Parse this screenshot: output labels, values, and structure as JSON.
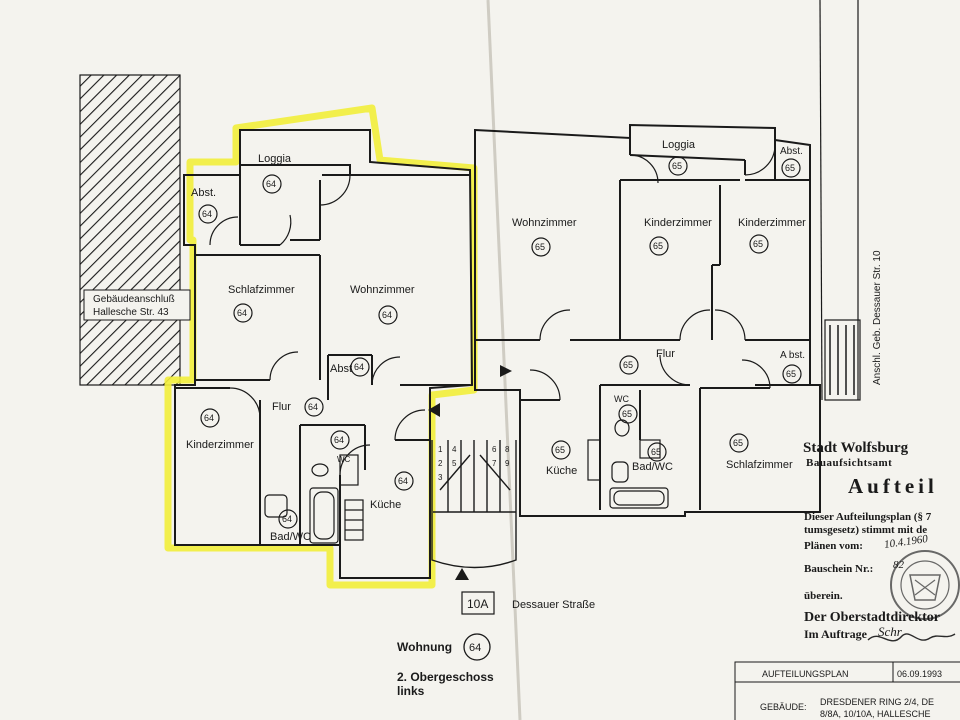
{
  "plan": {
    "left_unit": {
      "number": "64",
      "rooms": {
        "loggia": "Loggia",
        "abst_top": "Abst.",
        "schlafzimmer": "Schlafzimmer",
        "wohnzimmer": "Wohnzimmer",
        "abst_mid": "Abst",
        "flur": "Flur",
        "kinderzimmer": "Kinderzimmer",
        "wc": "WC",
        "bad_wc": "Bad/WC",
        "kueche": "Küche"
      }
    },
    "right_unit": {
      "number": "65",
      "rooms": {
        "loggia": "Loggia",
        "abst_top": "Abst.",
        "wohnzimmer": "Wohnzimmer",
        "kinderzimmer_1": "Kinderzimmer",
        "kinderzimmer_2": "Kinderzimmer",
        "flur": "Flur",
        "abst_mid": "A bst.",
        "wc": "WC",
        "kueche": "Küche",
        "bad_wc": "Bad/WC",
        "schlafzimmer": "Schlafzimmer"
      }
    },
    "gebaeudeanschluss_line1": "Gebäudeanschluß",
    "gebaeudeanschluss_line2": "Hallesche Str. 43",
    "anschl_right": "Anschl. Geb. Dessauer Str. 10",
    "house_number": "10A",
    "street": "Dessauer Straße",
    "wohnung_label": "Wohnung",
    "wohnung_number": "64",
    "floor_line1": "2. Obergeschoss",
    "floor_line2": "links",
    "stair_numbers": [
      "1",
      "2",
      "3",
      "4",
      "5",
      "6",
      "7",
      "8",
      "9"
    ]
  },
  "stamp": {
    "city": "Stadt Wolfsburg",
    "office": "Bauaufsichtsamt",
    "heading": "Aufteil",
    "line1": "Dieser Aufteilungsplan (§ 7",
    "line2": "tumsgesetz) stimmt mit de",
    "plaene_label": "Plänen vom:",
    "plaene_value": "10.4.1960",
    "bauschein_label": "Bauschein Nr.:",
    "bauschein_value": "82",
    "uebereinstimmung": "überein.",
    "oberstadt": "Der Oberstadtdirektor",
    "auftrag": "Im Auftrage",
    "signature": "Schr"
  },
  "title_block": {
    "title": "AUFTEILUNGSPLAN",
    "date": "06.09.1993",
    "gebaeude_label": "GEBÄUDE:",
    "gebaeude_line1": "DRESDENER RING 2/4, DE",
    "gebaeude_line2": "8/8A, 10/10A, HALLESCHE"
  },
  "colors": {
    "paper": "#f4f3ee",
    "ink": "#1a1a1a",
    "highlight": "#f2ee3a"
  }
}
